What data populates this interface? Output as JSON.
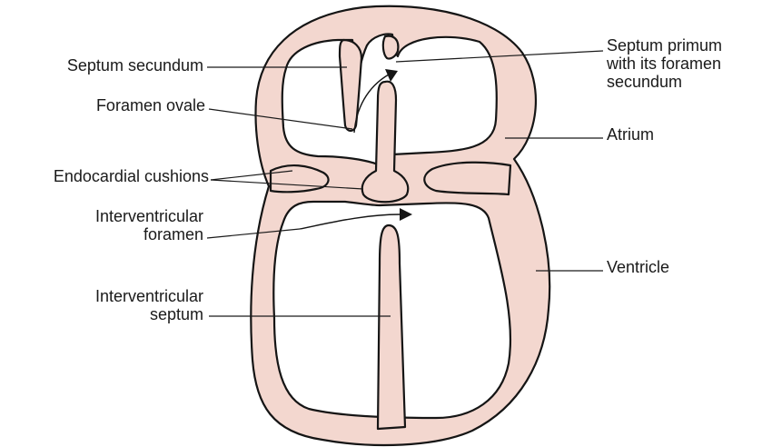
{
  "colors": {
    "tissue": "#f3d7cf",
    "outline": "#151515",
    "leader": "#1a1a1a",
    "text": "#1a1a1a",
    "background": "#ffffff"
  },
  "labels": {
    "septum_secundum": "Septum secundum",
    "foramen_ovale": "Foramen ovale",
    "endocardial_cushions": "Endocardial cushions",
    "interventricular_foramen": [
      "Interventricular",
      "foramen"
    ],
    "interventricular_septum": [
      "Interventricular",
      "septum"
    ],
    "septum_primum": [
      "Septum primum",
      "with its foramen",
      "secundum"
    ],
    "atrium": "Atrium",
    "ventricle": "Ventricle"
  }
}
